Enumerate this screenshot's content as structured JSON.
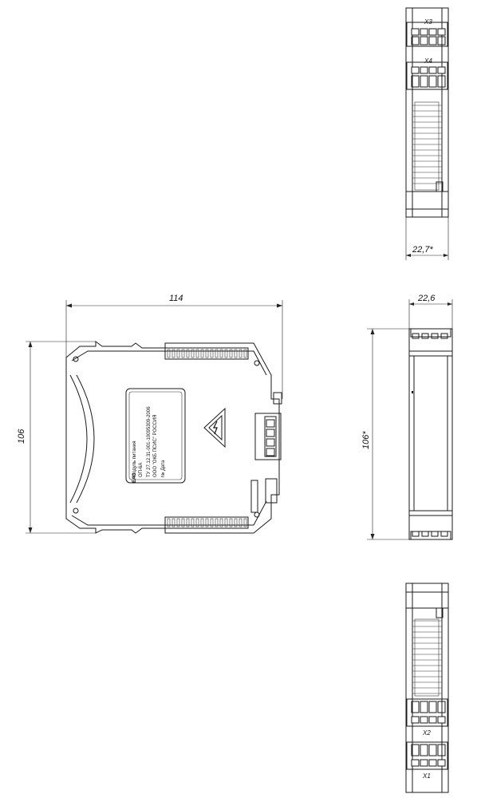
{
  "dimensions": {
    "side_width": "114",
    "side_height": "106",
    "top_width": "22,7*",
    "front_width": "22,6",
    "front_height": "106*"
  },
  "connectors": {
    "x1": "X1",
    "x2": "X2",
    "x3": "X3",
    "x4": "X4"
  },
  "label": {
    "lines": [
      "Модуль питания",
      "ОП-6А",
      "ТУ 27.12.31-001-10095309-2006",
      "ООО \"ОКБ ПСИС\"  РОССИЯ",
      "№           Дата"
    ],
    "mark": "ЕАС"
  }
}
